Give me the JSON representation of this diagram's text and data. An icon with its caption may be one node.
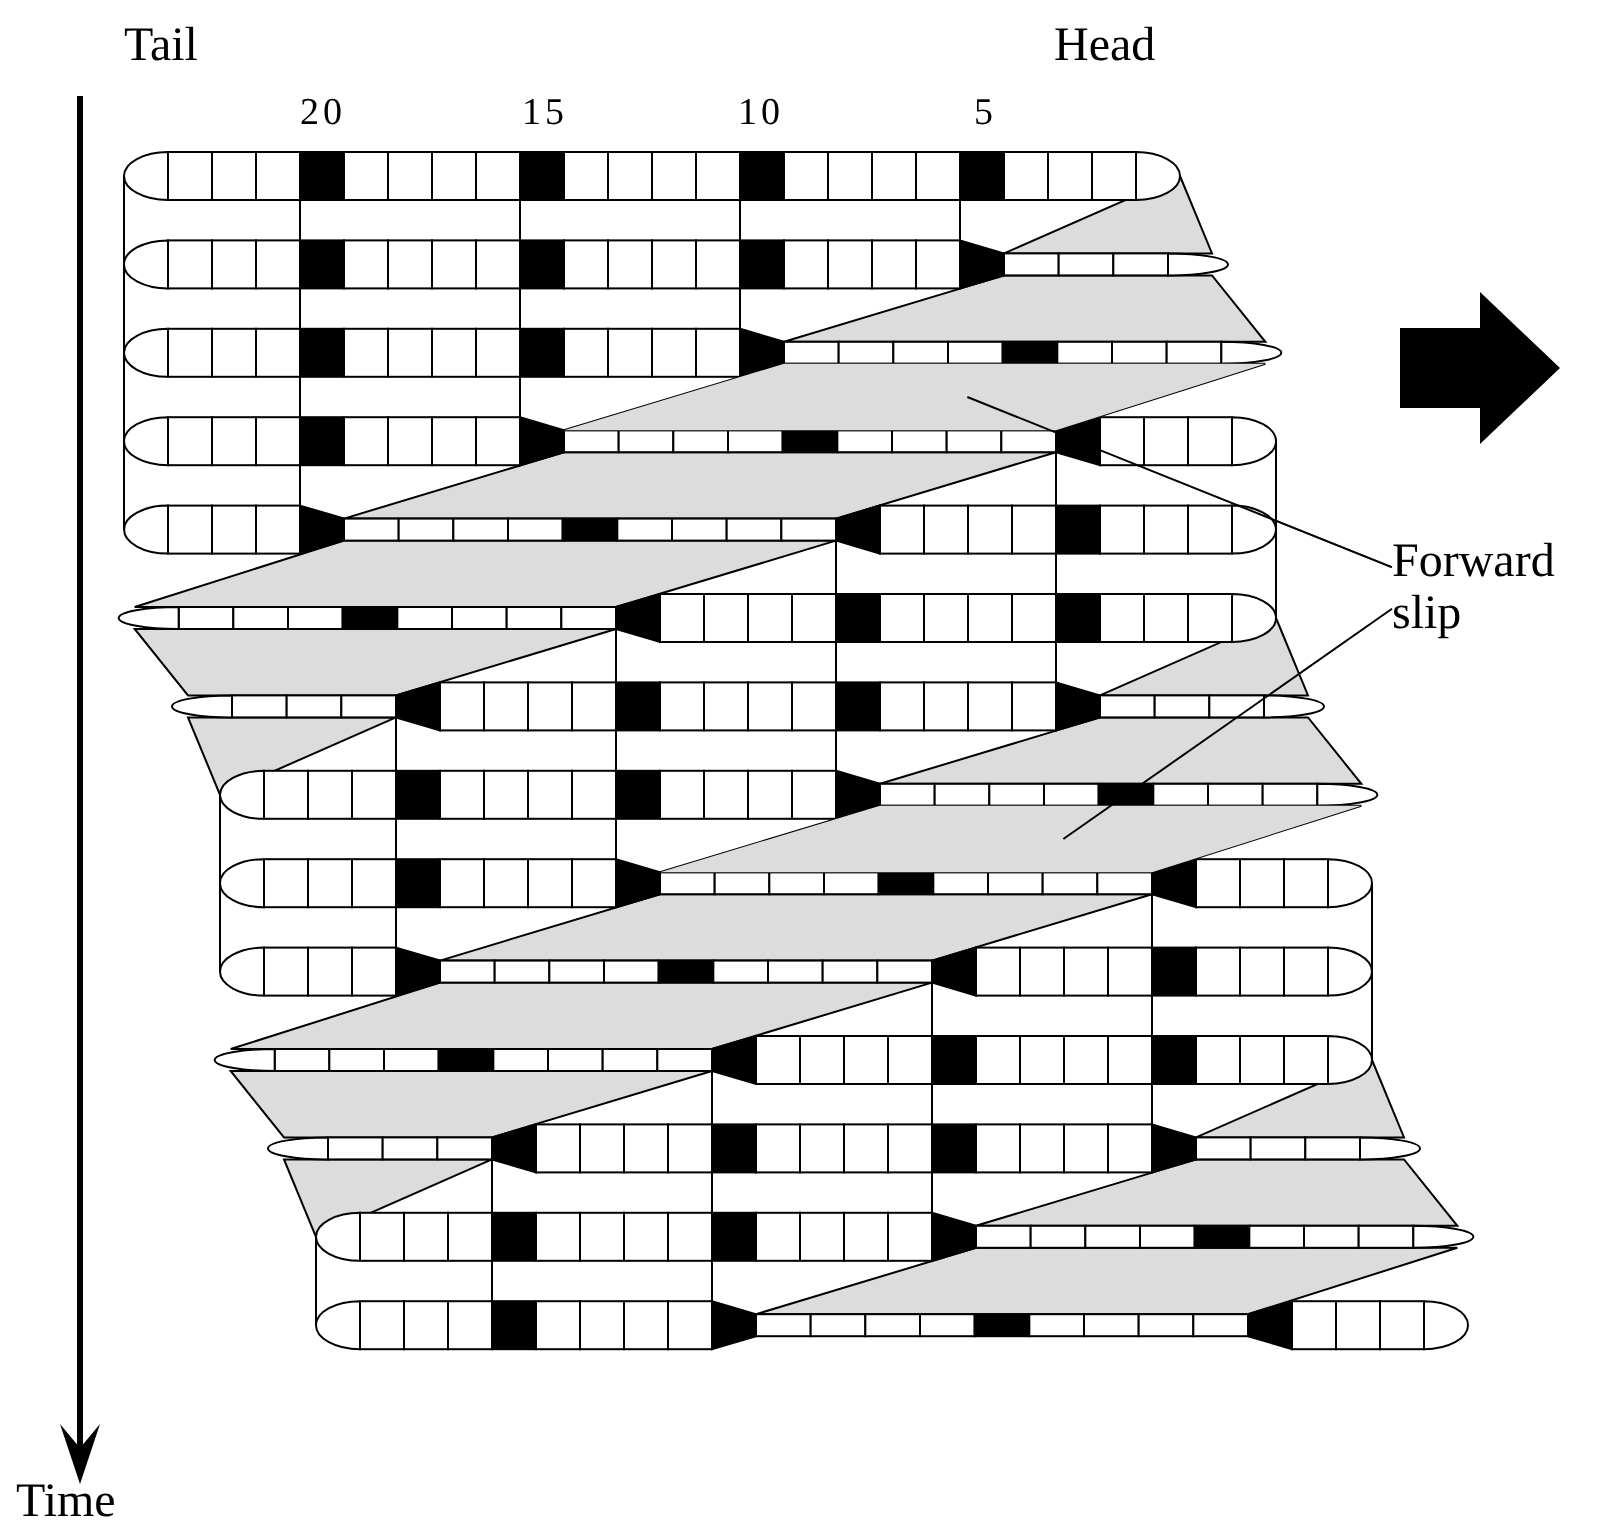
{
  "diagram": {
    "nodes": [
      {
        "text": [
          "Forward slip"
        ]
      },
      {
        "text": [],
        "shape": "parallelogram"
      },
      {
        "text": [],
        "shape": "parallelogram"
      }
    ],
    "edges": [
      {
        "from": 0,
        "to": 1,
        "arrow": "none"
      },
      {
        "from": 0,
        "to": 2,
        "arrow": "none"
      }
    ],
    "labels": [
      "Tail",
      "Head",
      "20",
      "15",
      "10",
      "5",
      "Time"
    ]
  }
}
